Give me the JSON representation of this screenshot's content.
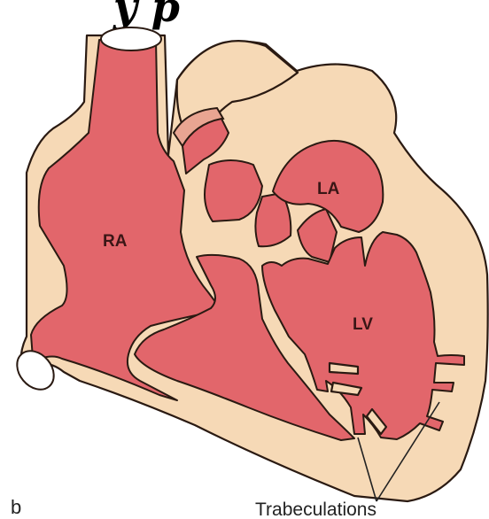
{
  "figure": {
    "title_fragment": "y p",
    "panel_letter": "b",
    "chambers": {
      "right_atrium": "RA",
      "left_atrium": "LA",
      "left_ventricle": "LV"
    },
    "callout": "Trabeculations",
    "colors": {
      "tissue": "#f6d9b6",
      "blood": "#e2666b",
      "outline": "#2a1a12",
      "valve_ring": "#e9a592"
    }
  }
}
